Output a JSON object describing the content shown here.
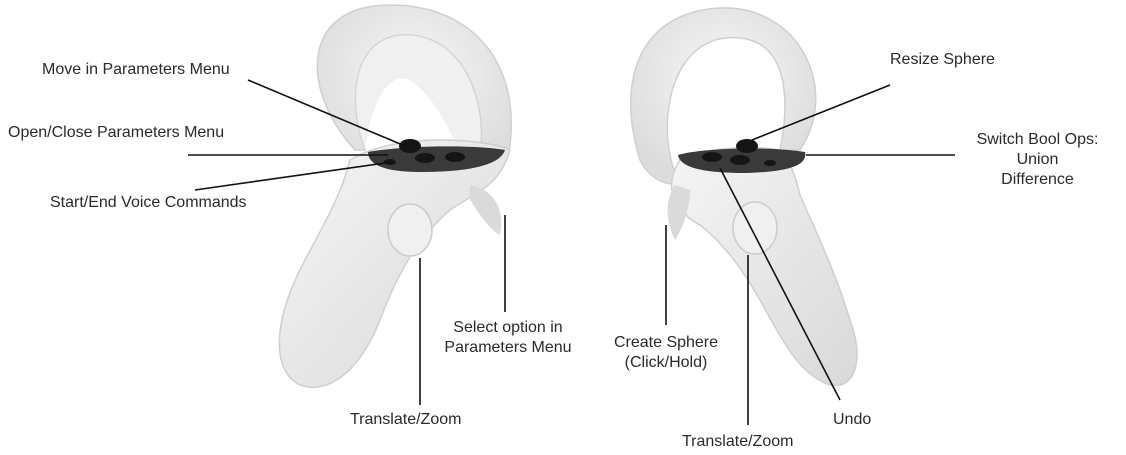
{
  "left_controller": {
    "labels": {
      "move_params": "Move in Parameters Menu",
      "open_close_params": "Open/Close Parameters Menu",
      "voice_commands": "Start/End Voice Commands",
      "select_option_line1": "Select option in",
      "select_option_line2": "Parameters Menu",
      "translate_zoom": "Translate/Zoom"
    }
  },
  "right_controller": {
    "labels": {
      "resize_sphere": "Resize Sphere",
      "switch_bool_line1": "Switch Bool Ops:",
      "switch_bool_line2": "Union",
      "switch_bool_line3": "Difference",
      "create_sphere_line1": "Create Sphere",
      "create_sphere_line2": "(Click/Hold)",
      "undo": "Undo",
      "translate_zoom": "Translate/Zoom"
    }
  },
  "colors": {
    "controller_body": "#ececec",
    "controller_shade": "#d6d6d6",
    "button_plate": "#3a3a3a",
    "buttons": "#1a1a1a",
    "leader_lines": "#111111"
  }
}
